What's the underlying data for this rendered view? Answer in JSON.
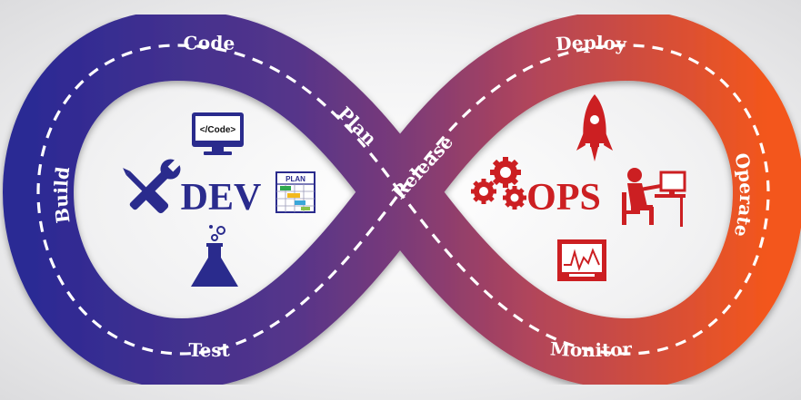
{
  "diagram": {
    "center_left": "DEV",
    "center_right": "OPS",
    "stages": {
      "code": "Code",
      "plan": "Plan",
      "build": "Build",
      "test": "Test",
      "release": "Release",
      "deploy": "Deploy",
      "operate": "Operate",
      "monitor": "Monitor"
    },
    "icons": {
      "monitor_code_text": "</Code>",
      "plan_chart_text": "PLAN"
    },
    "colors": {
      "dev": "#2b2a93",
      "transition": "#7a3a78",
      "ops": "#f0541e",
      "ops_icon": "#cc1f22",
      "dev_icon": "#2a2b8d"
    }
  }
}
